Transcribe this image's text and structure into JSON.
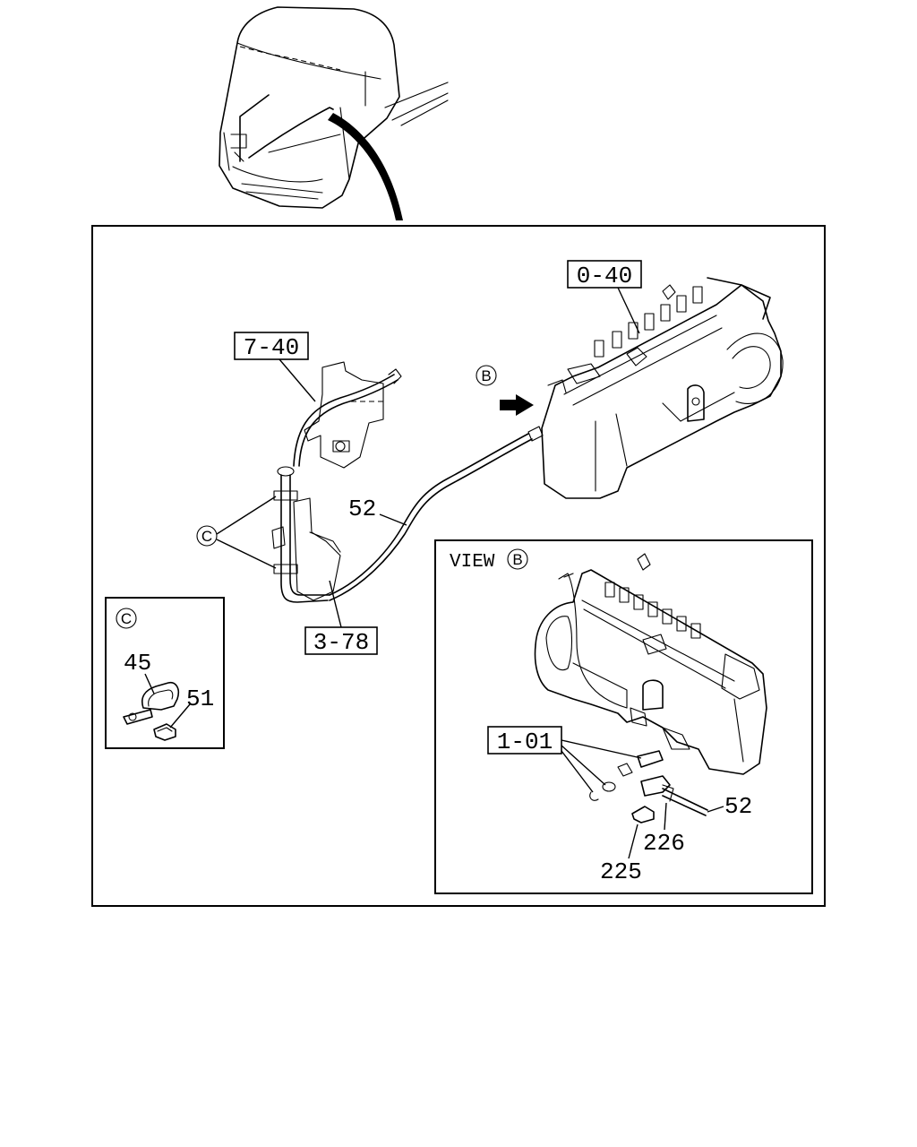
{
  "diagram": {
    "ref_labels": {
      "ref_0_40": "0-40",
      "ref_7_40": "7-40",
      "ref_3_78": "3-78",
      "ref_1_01": "1-01"
    },
    "part_numbers": {
      "p52_main": "52",
      "p52_view": "52",
      "p45": "45",
      "p51": "51",
      "p225": "225",
      "p226": "226"
    },
    "view_markers": {
      "b": "B",
      "c": "C",
      "c_detail": "C",
      "view_b_b": "B"
    },
    "view_title": "VIEW"
  }
}
